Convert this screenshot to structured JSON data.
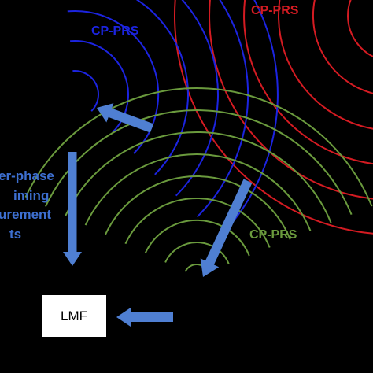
{
  "labels": {
    "cp_prs_blue": "CP-PRS",
    "cp_prs_red": "CP-PRS",
    "cp_prs_green": "CP-PRS"
  },
  "side_text": {
    "line1": "er-phase",
    "line2": "iming",
    "line3": "urement",
    "line4": "ts"
  },
  "lmf_box": {
    "label": "LMF"
  },
  "colors": {
    "background": "#000000",
    "blue_wave": "#1c24e0",
    "red_wave": "#d41b22",
    "green_wave": "#6a9a3d",
    "arrow": "#4f7fd2",
    "side_text": "#3d6fd0",
    "box_fill": "#ffffff"
  },
  "waves": {
    "blue_count": 7,
    "red_count": 6,
    "green_count": 9
  },
  "arrows": [
    {
      "name": "arrow-blue-source-to-upper-left"
    },
    {
      "name": "arrow-green-source-to-bottom"
    },
    {
      "name": "arrow-down-left-column"
    },
    {
      "name": "arrow-to-lmf"
    }
  ]
}
